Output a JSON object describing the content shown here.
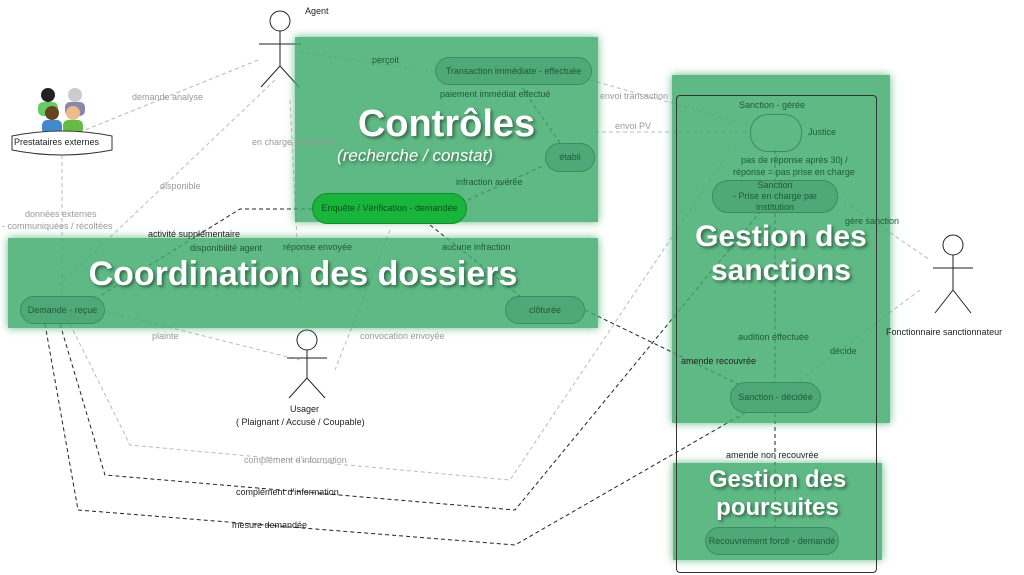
{
  "actors": {
    "agent": "Agent",
    "usager_name": "Usager",
    "usager_roles": "( Plaignant / Accusé / Coupable)",
    "fonctionnaire": "Fonctionnaire sanctionnateur",
    "prestataires": "Prestataires externes",
    "justice": "Justice"
  },
  "states": {
    "transaction": "Transaction immédiate - effectuée",
    "etabli": "établi",
    "enquete": "Enquête / Vérification - demandée",
    "cloturee": "clôturée",
    "demande": "Demande - reçue",
    "sanction_prise_line1": "Sanction",
    "sanction_prise_line2": "- Prise en charge par institution",
    "sanction_decidee": "Sanction - décidée",
    "recouvrement": "Recouvrement forcé - demandé"
  },
  "frame": {
    "title": "Sanction - gérée"
  },
  "edges": {
    "percoit": "perçoit",
    "paiement": "paiement immédiat effectué",
    "demande_analyse": "demande analyse",
    "en_charge": "en charge traitement",
    "disponible": "disponible",
    "donnees": "données externes",
    "donnees2": "- communiquées / récoltées",
    "infraction_averee": "infraction avérée",
    "activite": "activité supplémentaire",
    "reponse": "réponse envoyée",
    "aucune": "aucune infraction",
    "disponibilite": "disponibilité agent",
    "plainte": "plainte",
    "convocation": "convocation envoyée",
    "envoi_transaction": "envoi transaction",
    "envoi_pv": "envoi PV",
    "pas_reponse": "pas de réponse après 30j /",
    "pas_reponse2": "réponse = pas prise en charge",
    "gere_sanction": "gère sanction",
    "audition": "audition effectuée",
    "decide": "décide",
    "amende_recouvree": "amende recouvrée",
    "amende_non": "amende non recouvrée",
    "complement1": "complément d'information",
    "complement2": "complément d'information",
    "mesure": "mesure demandée"
  },
  "overlays": {
    "controles": "Contrôles",
    "controles_sub": "(recherche / constat)",
    "coordination": "Coordination des dossiers",
    "sanctions": "Gestion des sanctions",
    "poursuites": "Gestion des poursuites"
  }
}
